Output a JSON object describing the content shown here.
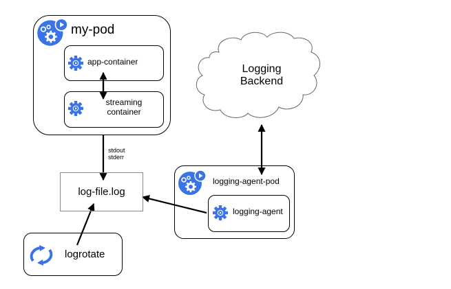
{
  "title": "Logging with streaming sidecar and logging agent",
  "colors": {
    "icon_blue": "#3a73e6",
    "stroke": "#000000",
    "file_border": "#888888",
    "cloud_border": "#666666"
  },
  "nodes": {
    "my_pod": {
      "label": "my-pod",
      "icon": "pod-gears-icon"
    },
    "app_container": {
      "label": "app-container",
      "icon": "container-gear-icon"
    },
    "streaming_container": {
      "label_line1": "streaming",
      "label_line2": "container",
      "icon": "container-gear-icon"
    },
    "log_file": {
      "label": "log-file.log"
    },
    "logrotate": {
      "label": "logrotate",
      "icon": "rotate-arrows-icon"
    },
    "logging_backend": {
      "label_line1": "Logging",
      "label_line2": "Backend",
      "shape": "cloud"
    },
    "logging_agent_pod": {
      "label": "logging-agent-pod",
      "icon": "pod-gears-icon"
    },
    "logging_agent": {
      "label": "logging-agent",
      "icon": "container-gear-icon"
    }
  },
  "edges": [
    {
      "from": "app_container",
      "to": "streaming_container",
      "direction": "both"
    },
    {
      "from": "my_pod",
      "to": "log_file",
      "direction": "forward",
      "label_line1": "stdout",
      "label_line2": "stderr"
    },
    {
      "from": "logrotate",
      "to": "log_file",
      "direction": "forward"
    },
    {
      "from": "logging_agent",
      "to": "log_file",
      "direction": "forward"
    },
    {
      "from": "logging_agent_pod",
      "to": "logging_backend",
      "direction": "both"
    }
  ]
}
